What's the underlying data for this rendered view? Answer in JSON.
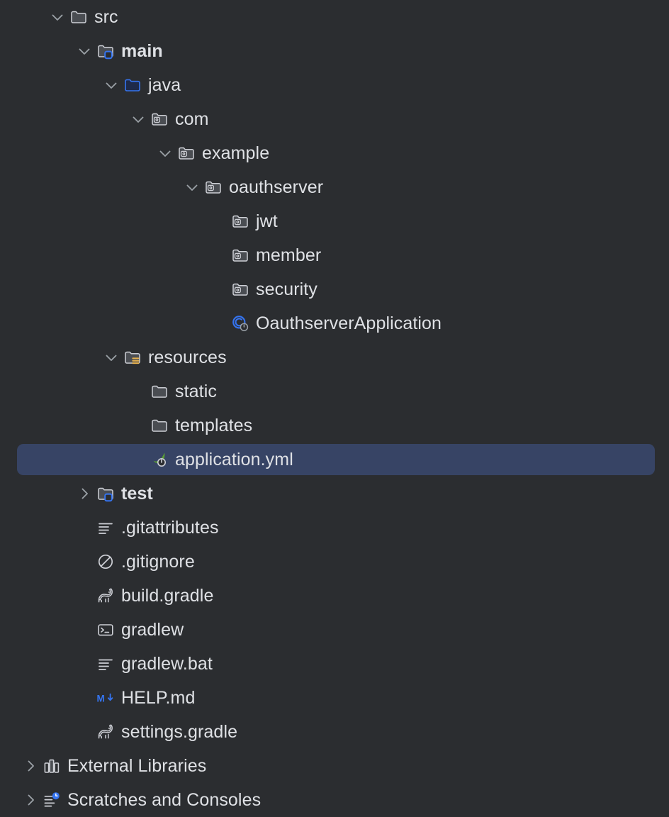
{
  "panel": {
    "name": "project-tool-window-tree",
    "theme": "dark",
    "background_color": "#2b2d30",
    "text_color": "#dfe1e5",
    "selection_color": "#374465",
    "accent_blue": "#3574f0",
    "accent_green": "#5a9e36",
    "accent_yellow": "#e3ae4d"
  },
  "tree": {
    "rows": [
      {
        "label": "src",
        "icon": "folder-icon",
        "indent": 2,
        "expand": "expanded",
        "bold": false,
        "selected": false
      },
      {
        "label": "main",
        "icon": "folder-module-icon",
        "indent": 3,
        "expand": "expanded",
        "bold": true,
        "selected": false
      },
      {
        "label": "java",
        "icon": "folder-source-root-icon",
        "indent": 4,
        "expand": "expanded",
        "bold": false,
        "selected": false
      },
      {
        "label": "com",
        "icon": "folder-package-icon",
        "indent": 5,
        "expand": "expanded",
        "bold": false,
        "selected": false
      },
      {
        "label": "example",
        "icon": "folder-package-icon",
        "indent": 6,
        "expand": "expanded",
        "bold": false,
        "selected": false
      },
      {
        "label": "oauthserver",
        "icon": "folder-package-icon",
        "indent": 7,
        "expand": "expanded",
        "bold": false,
        "selected": false
      },
      {
        "label": "jwt",
        "icon": "folder-package-icon",
        "indent": 8,
        "expand": "none",
        "bold": false,
        "selected": false
      },
      {
        "label": "member",
        "icon": "folder-package-icon",
        "indent": 8,
        "expand": "none",
        "bold": false,
        "selected": false
      },
      {
        "label": "security",
        "icon": "folder-package-icon",
        "indent": 8,
        "expand": "none",
        "bold": false,
        "selected": false
      },
      {
        "label": "OauthserverApplication",
        "icon": "java-class-runnable-icon",
        "indent": 8,
        "expand": "none",
        "bold": false,
        "selected": false
      },
      {
        "label": "resources",
        "icon": "folder-resources-root-icon",
        "indent": 4,
        "expand": "expanded",
        "bold": false,
        "selected": false
      },
      {
        "label": "static",
        "icon": "folder-icon",
        "indent": 5,
        "expand": "none",
        "bold": false,
        "selected": false
      },
      {
        "label": "templates",
        "icon": "folder-icon",
        "indent": 5,
        "expand": "none",
        "bold": false,
        "selected": false
      },
      {
        "label": "application.yml",
        "icon": "spring-config-icon",
        "indent": 5,
        "expand": "none",
        "bold": false,
        "selected": true
      },
      {
        "label": "test",
        "icon": "folder-module-icon",
        "indent": 3,
        "expand": "collapsed",
        "bold": true,
        "selected": false
      },
      {
        "label": ".gitattributes",
        "icon": "text-file-icon",
        "indent": 3,
        "expand": "none",
        "bold": false,
        "selected": false
      },
      {
        "label": ".gitignore",
        "icon": "ignored-file-icon",
        "indent": 3,
        "expand": "none",
        "bold": false,
        "selected": false
      },
      {
        "label": "build.gradle",
        "icon": "gradle-icon",
        "indent": 3,
        "expand": "none",
        "bold": false,
        "selected": false
      },
      {
        "label": "gradlew",
        "icon": "shell-script-icon",
        "indent": 3,
        "expand": "none",
        "bold": false,
        "selected": false
      },
      {
        "label": "gradlew.bat",
        "icon": "text-file-icon",
        "indent": 3,
        "expand": "none",
        "bold": false,
        "selected": false
      },
      {
        "label": "HELP.md",
        "icon": "markdown-icon",
        "indent": 3,
        "expand": "none",
        "bold": false,
        "selected": false
      },
      {
        "label": "settings.gradle",
        "icon": "gradle-icon",
        "indent": 3,
        "expand": "none",
        "bold": false,
        "selected": false
      },
      {
        "label": "External Libraries",
        "icon": "library-icon",
        "indent": 1,
        "expand": "collapsed",
        "bold": false,
        "selected": false
      },
      {
        "label": "Scratches and Consoles",
        "icon": "scratches-icon",
        "indent": 1,
        "expand": "collapsed",
        "bold": false,
        "selected": false
      }
    ]
  }
}
